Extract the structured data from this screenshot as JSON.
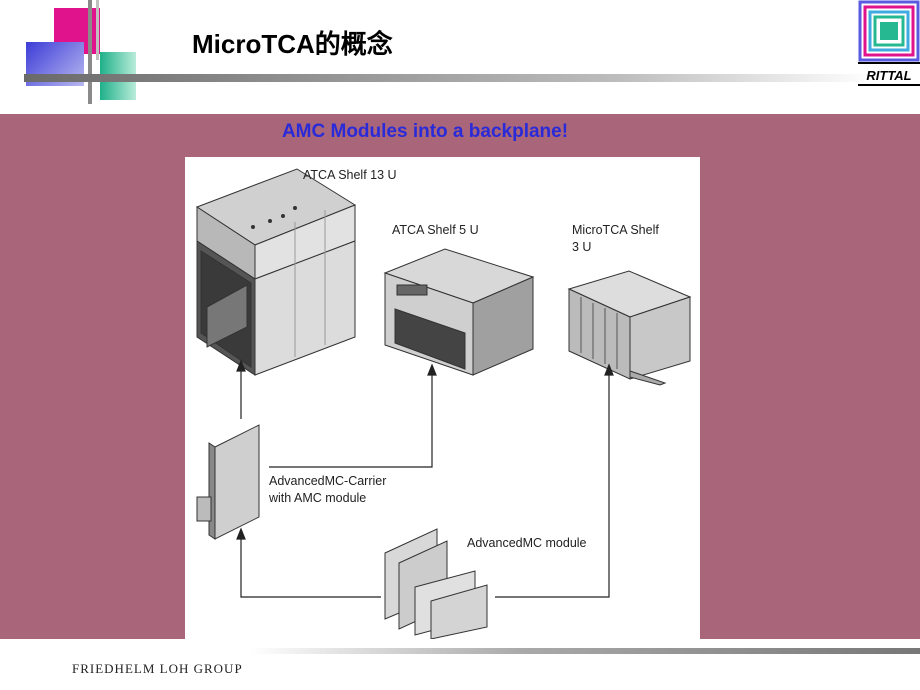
{
  "slide": {
    "title": "MicroTCA的概念",
    "subtitle": "AMC Modules into a backplane!"
  },
  "logo": {
    "text": "RITTAL",
    "icon": "rittal-logo-icon"
  },
  "figure": {
    "labels": {
      "atca13": "ATCA Shelf 13 U",
      "atca5": "ATCA Shelf 5 U",
      "microtca": "MicroTCA Shelf\n3 U",
      "carrier": "AdvancedMC-Carrier\nwith AMC module",
      "module": "AdvancedMC module"
    }
  },
  "footer": {
    "company": "FRIEDHELM LOH GROUP"
  },
  "colors": {
    "background": "#a9667a",
    "subtitle": "#2a2ad8",
    "magenta": "#e0138c",
    "blue": "#5a5ae0",
    "green": "#26b890"
  }
}
